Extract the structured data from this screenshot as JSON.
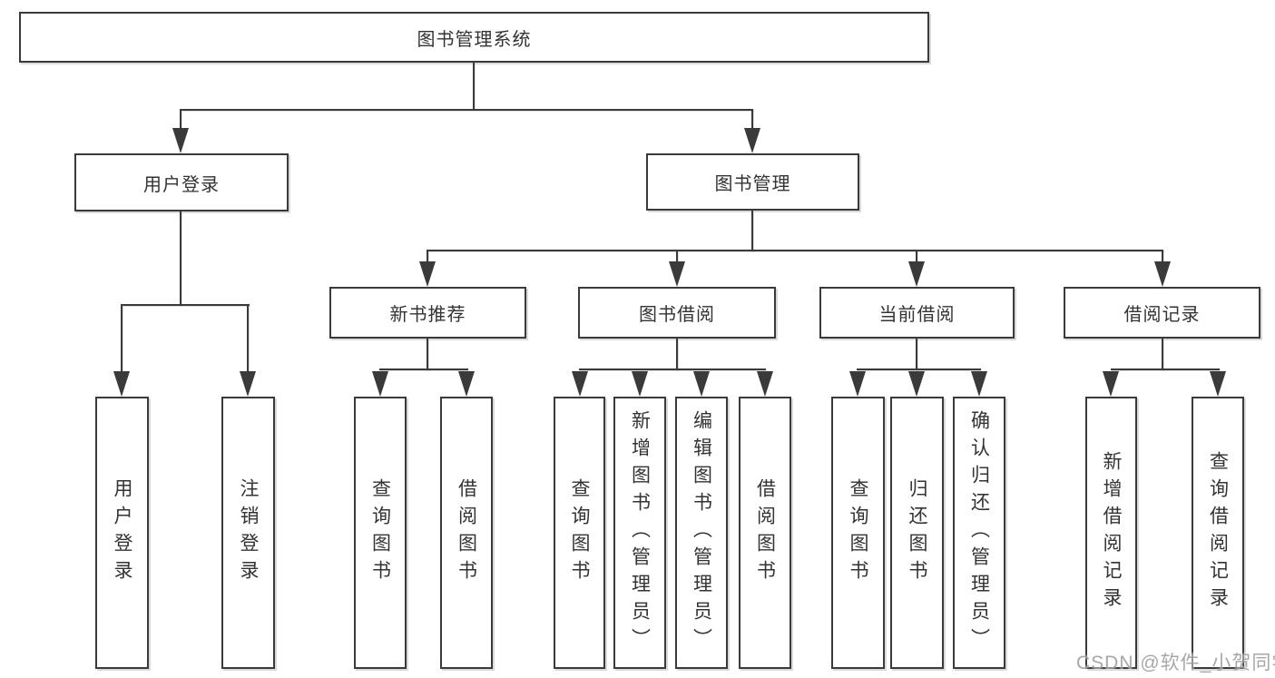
{
  "nodes": {
    "root": "图书管理系统",
    "level2": [
      "用户登录",
      "图书管理"
    ],
    "level3": [
      "新书推荐",
      "图书借阅",
      "当前借阅",
      "借阅记录"
    ],
    "leaves": {
      "login": [
        "用户登录",
        "注销登录"
      ],
      "recommend": [
        "查询图书",
        "借阅图书"
      ],
      "borrow": [
        "查询图书",
        "新增图书（管理员）",
        "编辑图书（管理员）",
        "借阅图书"
      ],
      "current": [
        "查询图书",
        "归还图书",
        "确认归还（管理员）"
      ],
      "records": [
        "新增借阅记录",
        "查询借阅记录"
      ]
    }
  },
  "watermark": "CSDN @软件_小贺同学",
  "colors": {
    "line": "#3a3a3a",
    "text": "#333333",
    "background": "#ffffff",
    "watermark": "#919191"
  }
}
